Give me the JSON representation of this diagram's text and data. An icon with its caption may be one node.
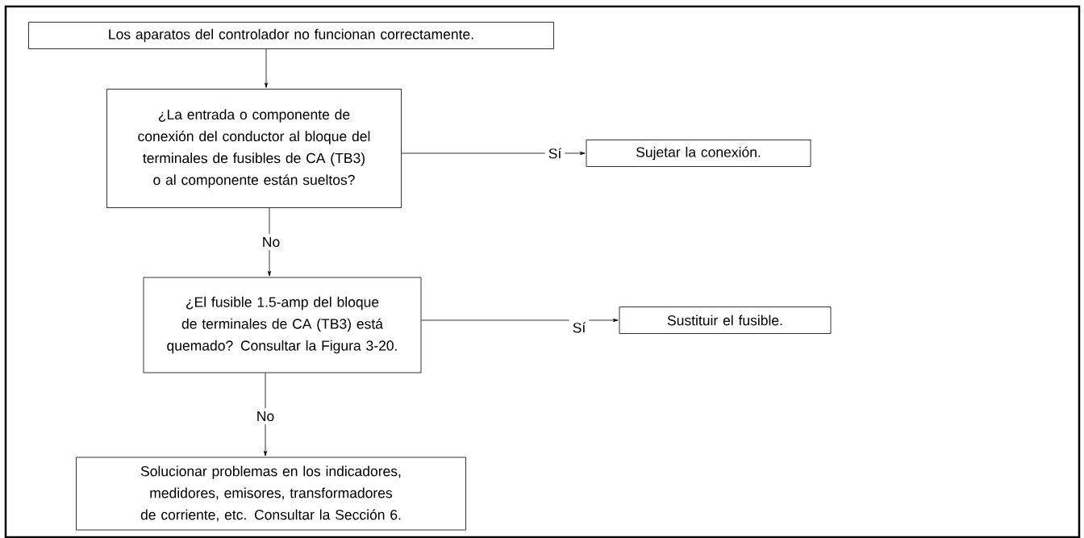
{
  "diagram": {
    "nodes": [
      {
        "text": [
          "Los aparatos del controlador no funcionan correctamente."
        ]
      },
      {
        "text": [
          "¿La entrada o componente de conexión del conductor al bloque del terminales de fusibles de CA (TB3) o al componente están sueltos?"
        ]
      },
      {
        "text": [
          "Sujetar la conexión."
        ]
      },
      {
        "text": [
          "¿El fusible 1.5-amp del bloque de terminales de CA (TB3) está quemado? Consultar la Figura 3-20."
        ]
      },
      {
        "text": [
          "Sustituir el fusible."
        ]
      },
      {
        "text": [
          "Solucionar problemas en los indicadores, medidores, emisores, transformadores de corriente, etc. Consultar la Sección 6."
        ]
      }
    ],
    "edges": [
      {
        "from": 0,
        "to": 1,
        "arrow": "to"
      },
      {
        "from": 1,
        "to": 2,
        "arrow": "to",
        "label": "Sí"
      },
      {
        "from": 1,
        "to": 3,
        "arrow": "to",
        "label": "No"
      },
      {
        "from": 3,
        "to": 4,
        "arrow": "to",
        "label": "Sí"
      },
      {
        "from": 3,
        "to": 5,
        "arrow": "to",
        "label": "No"
      }
    ]
  }
}
